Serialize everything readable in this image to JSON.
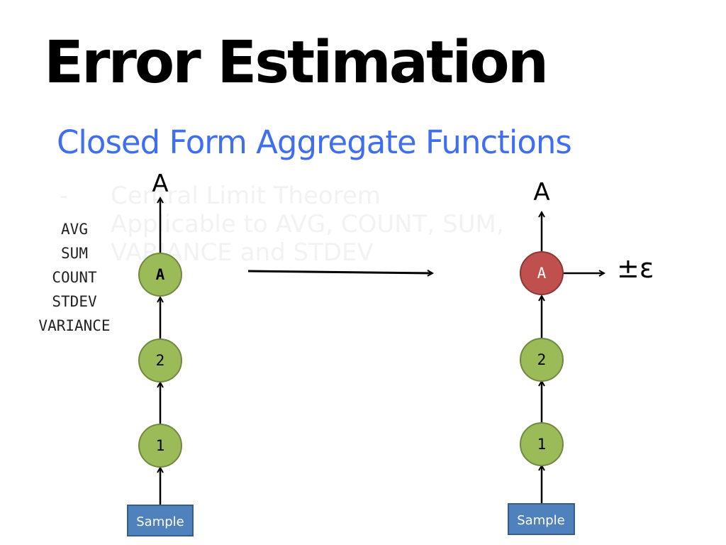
{
  "slide": {
    "title": "Error Estimation",
    "subtitle": "Closed Form Aggregate Functions",
    "faded_bullets": {
      "dash": "-",
      "line1": "Central Limit Theorem",
      "line2": "Applicable to AVG, COUNT, SUM,",
      "line3": "VARIANCE and STDEV"
    },
    "aggregate_functions": [
      "AVG",
      "SUM",
      "COUNT",
      "STDEV",
      "VARIANCE"
    ]
  },
  "diagram": {
    "left_tree": {
      "top_label": "A",
      "nodes": [
        "A",
        "2",
        "1"
      ],
      "source": "Sample"
    },
    "right_tree": {
      "top_label": "A",
      "nodes": [
        "A",
        "2",
        "1"
      ],
      "source": "Sample",
      "error_label": "±ε"
    },
    "colors": {
      "node_fill": "#9bbb59",
      "node_stroke": "#71893f",
      "highlight_fill": "#c0504d",
      "highlight_stroke": "#8c3836",
      "sample_fill": "#4f81bd",
      "sample_stroke": "#385d8a",
      "subtitle": "#3f6ef0"
    }
  }
}
